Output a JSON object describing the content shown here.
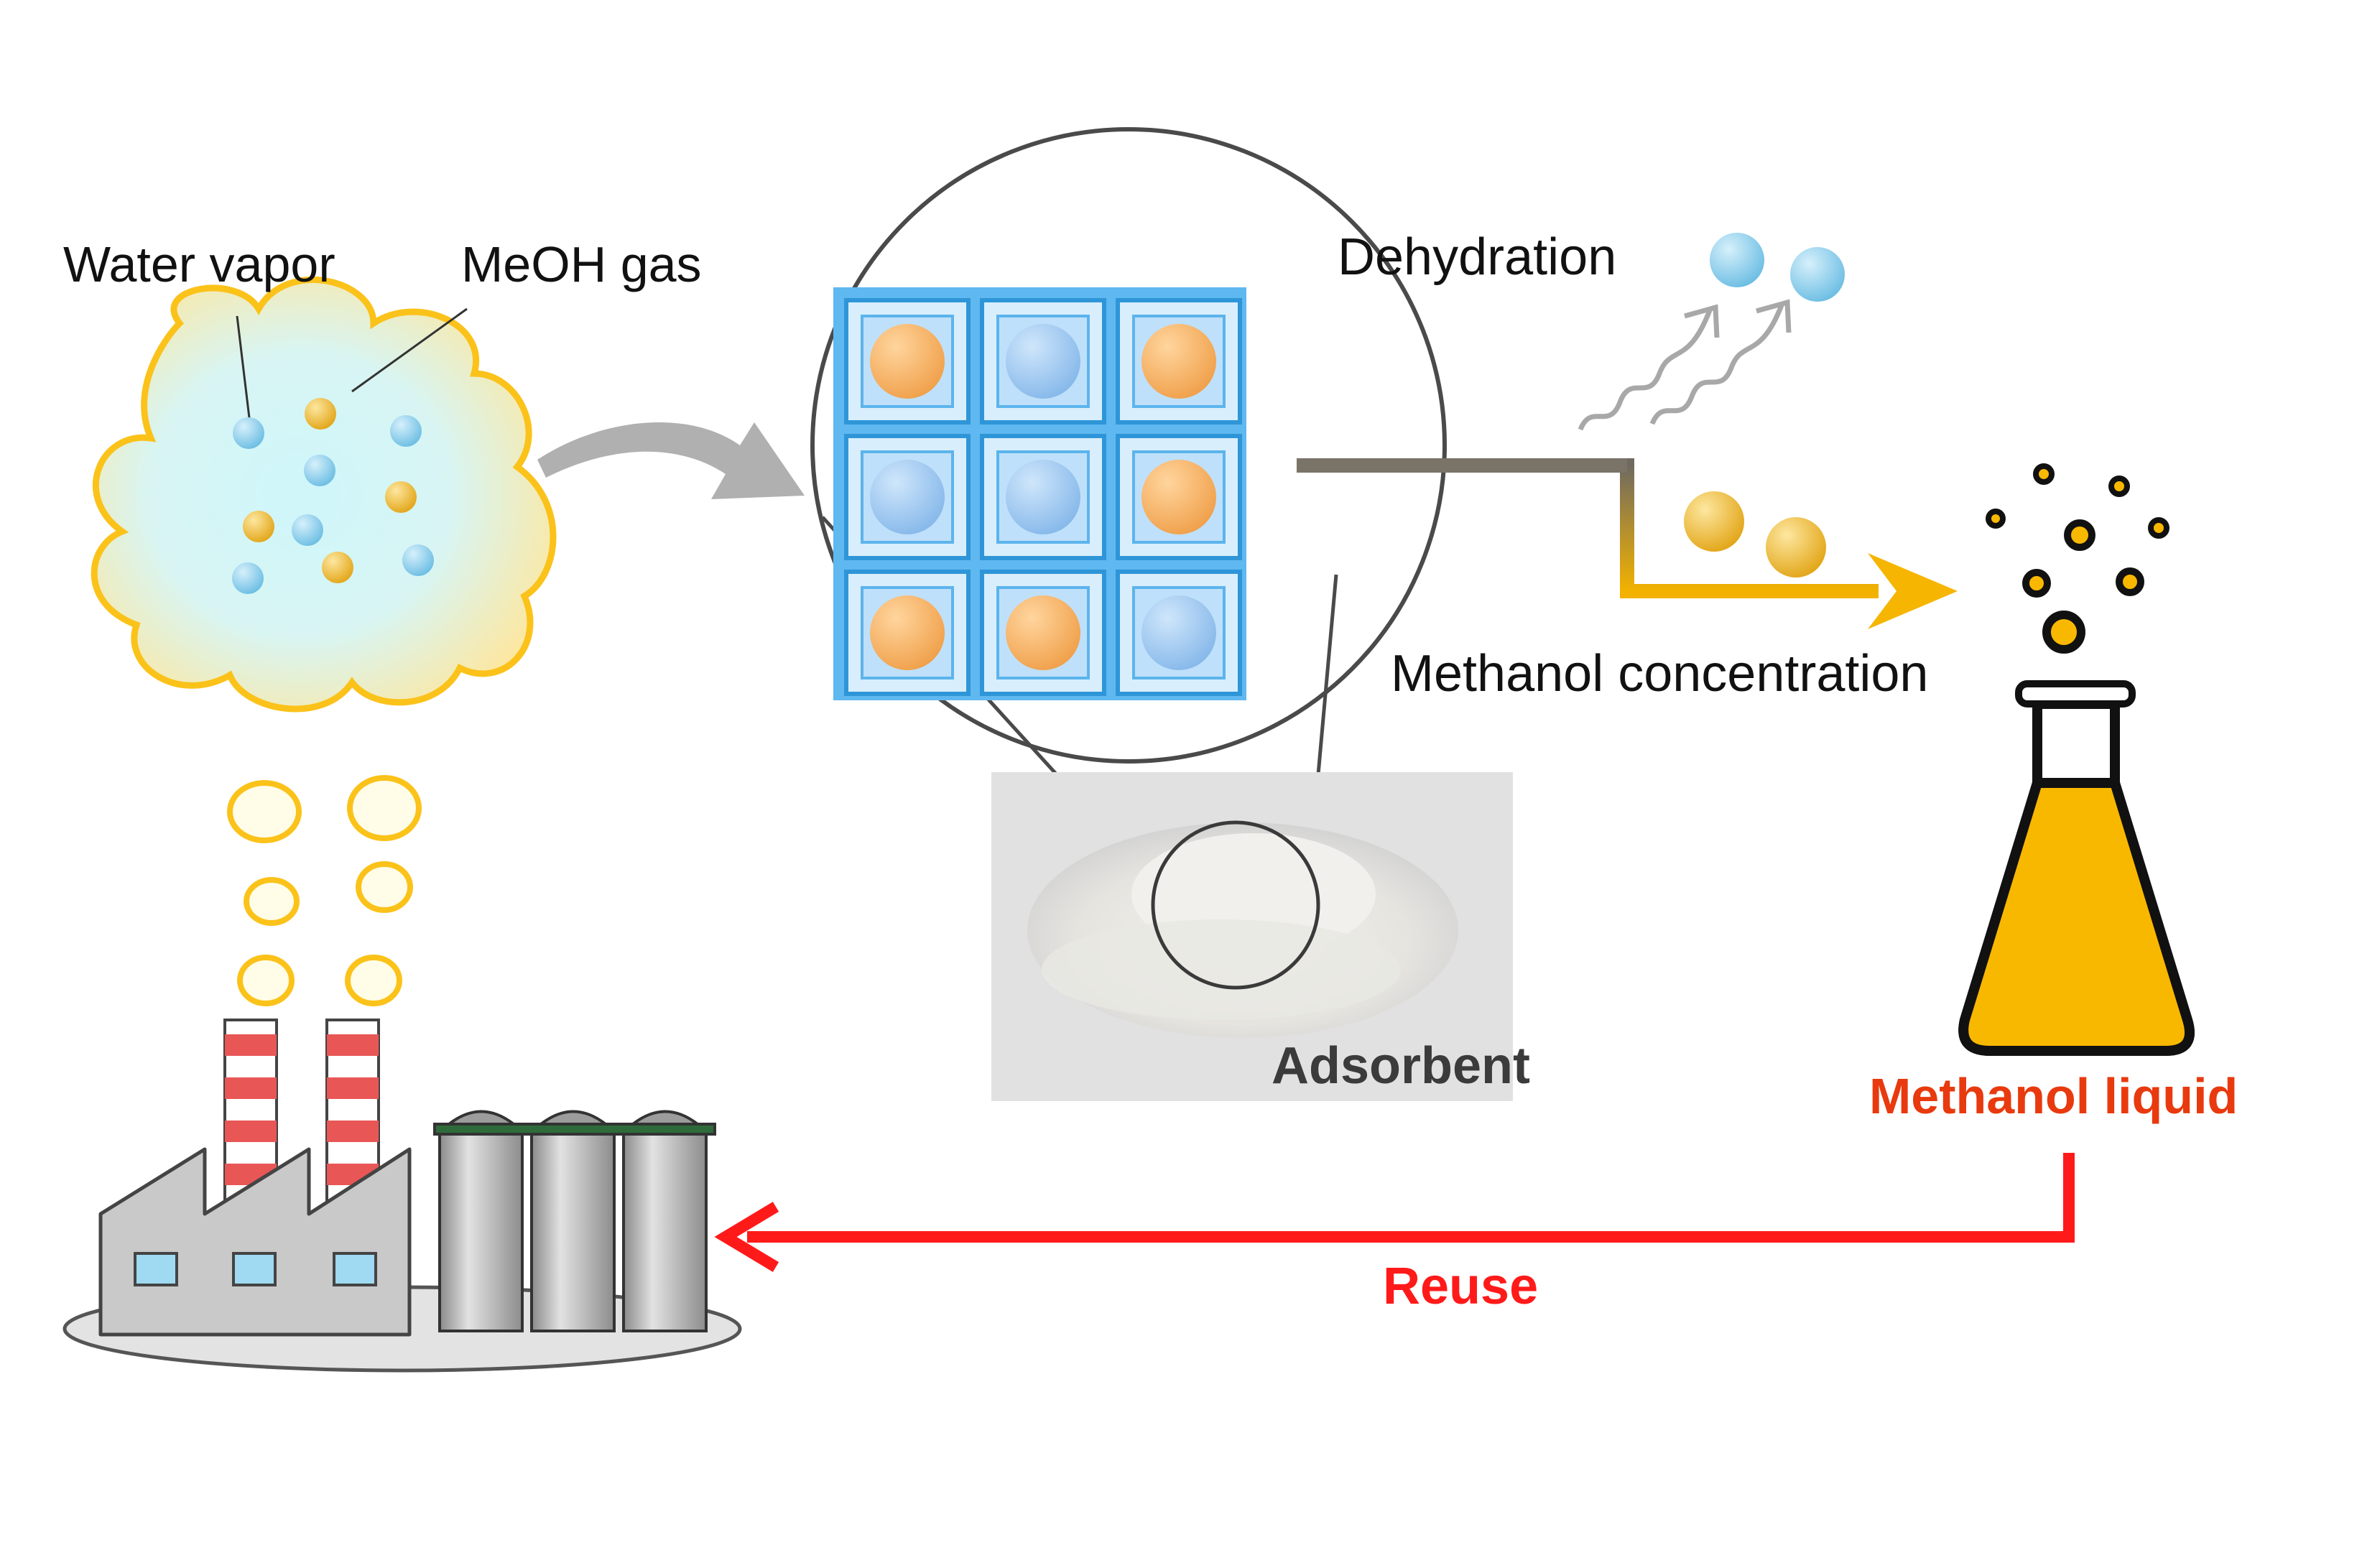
{
  "labels": {
    "water_vapor": "Water vapor",
    "meoh_gas": "MeOH gas",
    "dehydration": "Dehydration",
    "methanol_concentration": "Methanol concentration",
    "adsorbent": "Adsorbent",
    "methanol_liquid": "Methanol liquid",
    "reuse": "Reuse"
  },
  "colors": {
    "water_molecule": "#7cc6e6",
    "methanol_molecule": "#f0b42a",
    "framework": "#3aa8ea",
    "cloud_outline": "#fbc21a",
    "reuse_arrow": "#ff1a1a",
    "methanol_liquid_text": "#e83a0e",
    "flask_liquid": "#f9b800",
    "dehydration_line": "#7a7468"
  },
  "framework_cells": [
    [
      "methanol",
      "water",
      "methanol"
    ],
    [
      "water",
      "water",
      "methanol"
    ],
    [
      "methanol",
      "methanol",
      "water"
    ]
  ]
}
